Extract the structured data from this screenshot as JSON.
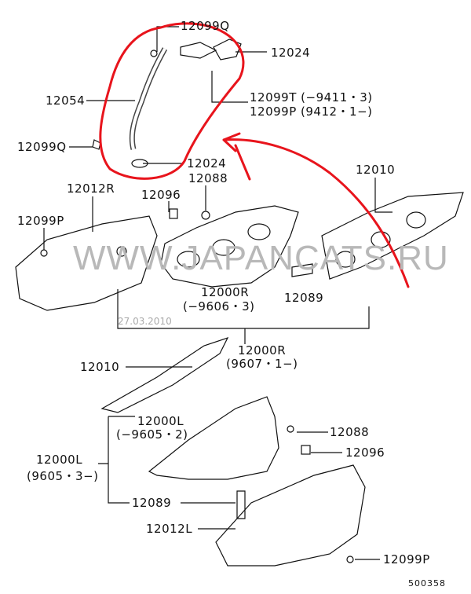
{
  "labels": [
    "12099Q",
    "12024",
    "12054",
    "12099T  (−9411・3)",
    "12099P  (9412・1−)",
    "12099Q",
    "12024",
    "12010",
    "12012R",
    "12096",
    "12088",
    "12099P",
    "12000R",
    "(−9606・3)",
    "12089",
    "12000R",
    "(9607・1−)",
    "12010",
    "12000L",
    "(−9605・2)",
    "12088",
    "12096",
    "12000L",
    "(9605・3−)",
    "12089",
    "12012L",
    "12099P"
  ],
  "watermark": "WWW.JAPANCATS.RU",
  "date": "27.03.2010",
  "diagram_code": "500358",
  "colors": {
    "annotation": "#e8141c",
    "line": "#111111",
    "watermark": "#b8b8b8"
  }
}
